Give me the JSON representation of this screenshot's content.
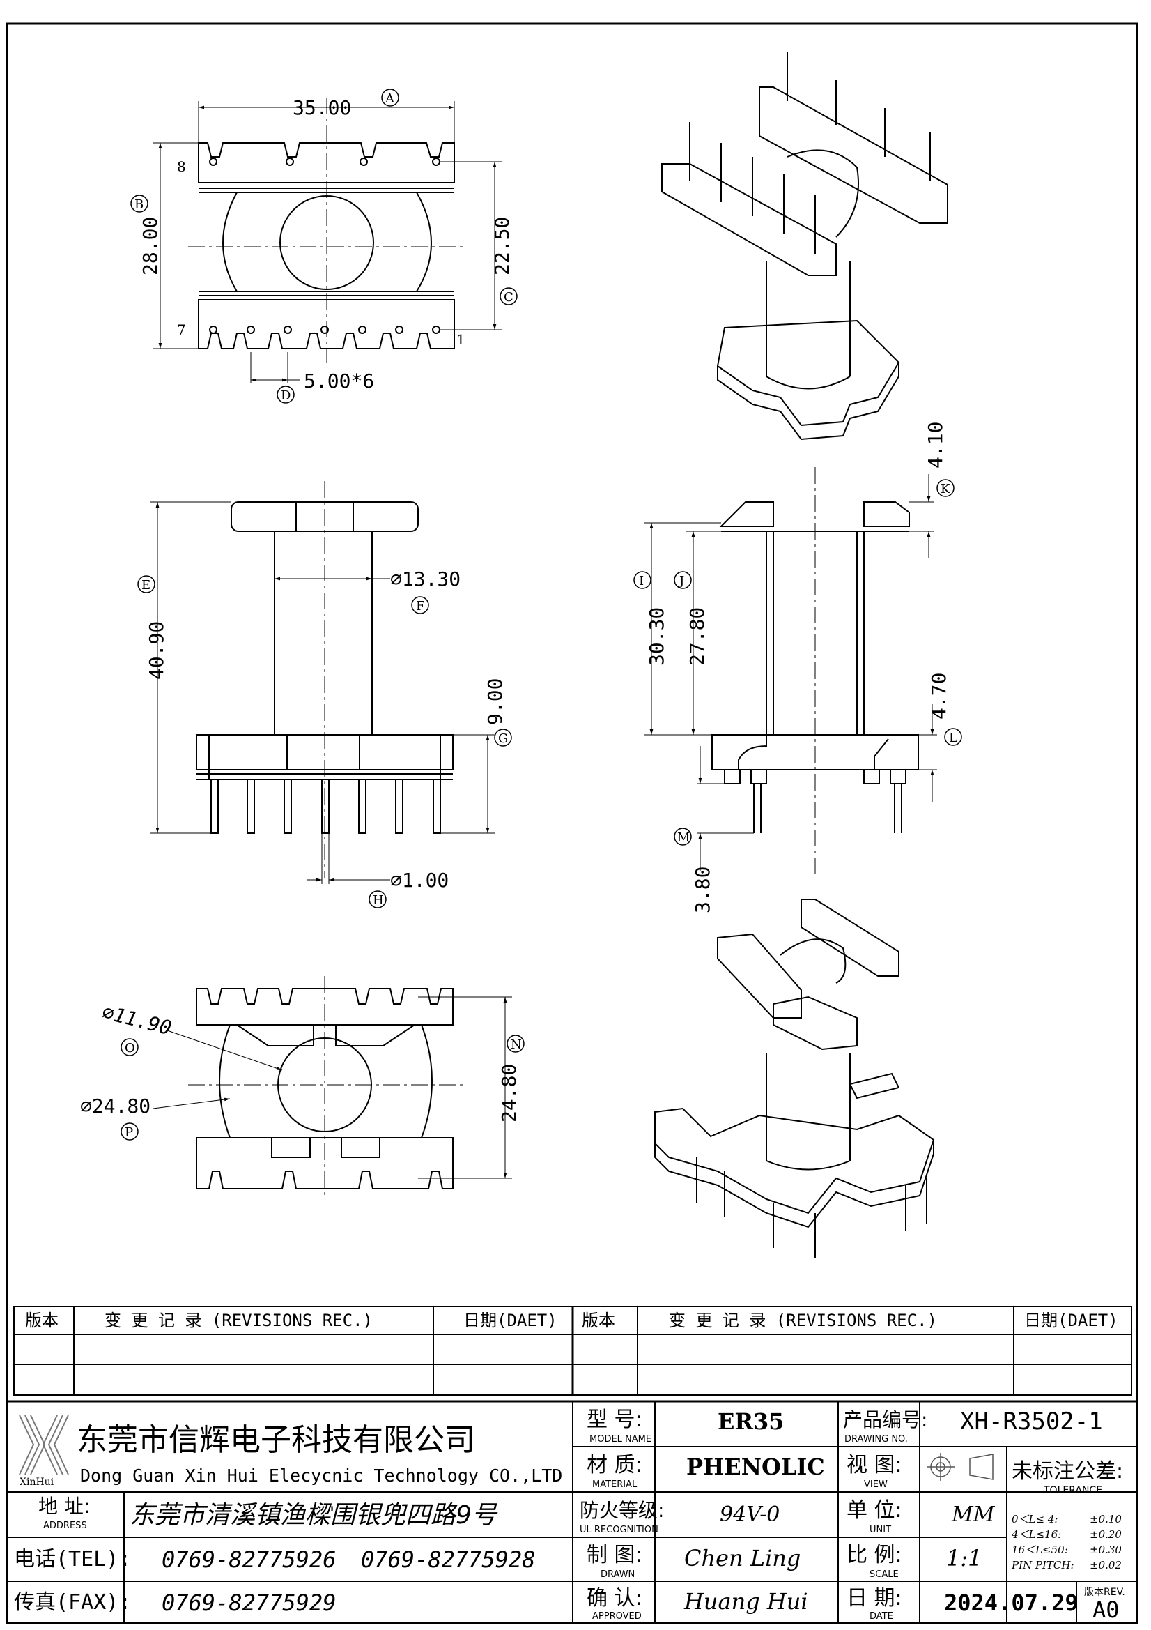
{
  "views": {
    "top": {
      "dim_a": "35.00",
      "ref_a": "A",
      "dim_b": "28.00",
      "ref_b": "B",
      "dim_c": "22.50",
      "ref_c": "C",
      "dim_d": "5.00*6",
      "ref_d": "D",
      "pin_8": "8",
      "pin_7": "7",
      "pin_1": "1"
    },
    "front": {
      "dim_e": "40.90",
      "ref_e": "E",
      "dim_f": "⌀13.30",
      "ref_f": "F",
      "dim_g": "9.00",
      "ref_g": "G",
      "dim_h": "⌀1.00",
      "ref_h": "H"
    },
    "side": {
      "dim_k": "4.10",
      "ref_k": "K",
      "dim_i": "30.30",
      "ref_i": "I",
      "dim_j": "27.80",
      "ref_j": "J",
      "dim_l": "4.70",
      "ref_l": "L",
      "dim_m": "3.80",
      "ref_m": "M"
    },
    "bottom": {
      "dim_o": "⌀11.90",
      "ref_o": "O",
      "dim_p": "⌀24.80",
      "ref_p": "P",
      "dim_n": "24.80",
      "ref_n": "N"
    }
  },
  "revisions": {
    "col_version": "版本",
    "col_record": "变 更 记 录 (REVISIONS REC.)",
    "col_date": "日期(DAET)"
  },
  "company": {
    "logo_text": "XinHui",
    "name_cn": "东莞市信辉电子科技有限公司",
    "name_en": "Dong Guan Xin Hui Elecycnic Technology CO.,LTD",
    "address_label": "地 址:",
    "address_label_en": "ADDRESS",
    "address": "东莞市清溪镇渔樑围银兜四路9号",
    "tel_label": "电话(TEL):",
    "tel_1": "0769-82775926",
    "tel_2": "0769-82775928",
    "fax_label": "传真(FAX):",
    "fax": "0769-82775929"
  },
  "titleblock": {
    "model_label": "型 号:",
    "model_label_en": "MODEL NAME",
    "model": "ER35",
    "material_label": "材 质:",
    "material_label_en": "MATERIAL",
    "material": "PHENOLIC",
    "ul_label": "防火等级:",
    "ul_label_en": "UL RECOGNITION",
    "ul": "94V-0",
    "drawn_label": "制 图:",
    "drawn_label_en": "DRAWN",
    "drawn": "Chen Ling",
    "approved_label": "确 认:",
    "approved_label_en": "APPROVED",
    "approved": "Huang Hui",
    "drawing_no_label": "产品编号:",
    "drawing_no_label_en": "DRAWING NO.",
    "drawing_no": "XH-R3502-1",
    "view_label": "视 图:",
    "view_label_en": "VIEW",
    "unit_label": "单 位:",
    "unit_label_en": "UNIT",
    "unit": "MM",
    "scale_label": "比 例:",
    "scale_label_en": "SCALE",
    "scale": "1:1",
    "date_label": "日 期:",
    "date_label_en": "DATE",
    "date": "2024.07.29",
    "tolerance_label": "未标注公差:",
    "tolerance_label_en": "TOLERANCE",
    "tol_1": "0＜L≤ 4:",
    "tol_1v": "±0.10",
    "tol_2": "4＜L≤16:",
    "tol_2v": "±0.20",
    "tol_3": "16＜L≤50:",
    "tol_3v": "±0.30",
    "tol_4": "PIN PITCH:",
    "tol_4v": "±0.02",
    "rev_label": "版本REV.",
    "rev": "A0"
  }
}
